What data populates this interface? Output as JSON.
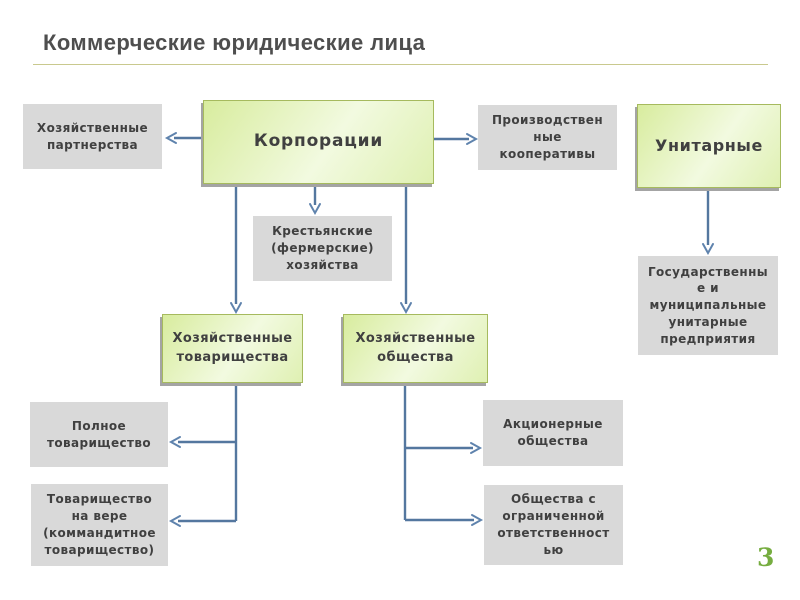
{
  "slide": {
    "title": "Коммерческие юридические лица",
    "page_number": "3"
  },
  "colors": {
    "title_text": "#4e4e4e",
    "title_underline": "#c9c98e",
    "gray_box_fill": "#d9d9d9",
    "green_box_fill_dark": "#d8ec9e",
    "green_box_fill_light": "#f2fae0",
    "green_box_border": "#a6ba5e",
    "box_text": "#404040",
    "connector_blue": "#54779f",
    "page_number_green": "#76ad40"
  },
  "nodes": {
    "partnerships": {
      "label": "Хозяйственные\nпартнерства"
    },
    "corporations": {
      "label": "Корпорации"
    },
    "cooperatives": {
      "label": "Производствен\nные\nкооперативы"
    },
    "unitary": {
      "label": "Унитарные"
    },
    "farms": {
      "label": "Крестьянские\n(фермерские)\nхозяйства"
    },
    "tovarishchestva": {
      "label": "Хозяйственные\nтоварищества"
    },
    "obshchestva": {
      "label": "Хозяйственные\nобщества"
    },
    "state_unitary": {
      "label": "Государственны\nе и\nмуниципальные\nунитарные\nпредприятия"
    },
    "full_partnership": {
      "label": "Полное\nтоварищество"
    },
    "limited_partnership": {
      "label": "Товарищество\nна вере\n(коммандитное\nтоварищество)"
    },
    "joint_stock": {
      "label": "Акционерные\nобщества"
    },
    "llc": {
      "label": "Общества с\nограниченной\nответственност\nью"
    }
  },
  "edges": [
    {
      "from": "corporations",
      "to": "partnerships"
    },
    {
      "from": "corporations",
      "to": "cooperatives"
    },
    {
      "from": "corporations",
      "to": "farms"
    },
    {
      "from": "corporations",
      "to": "tovarishchestva"
    },
    {
      "from": "corporations",
      "to": "obshchestva"
    },
    {
      "from": "unitary",
      "to": "state_unitary"
    },
    {
      "from": "tovarishchestva",
      "to": "full_partnership"
    },
    {
      "from": "tovarishchestva",
      "to": "limited_partnership"
    },
    {
      "from": "obshchestva",
      "to": "joint_stock"
    },
    {
      "from": "obshchestva",
      "to": "llc"
    }
  ]
}
